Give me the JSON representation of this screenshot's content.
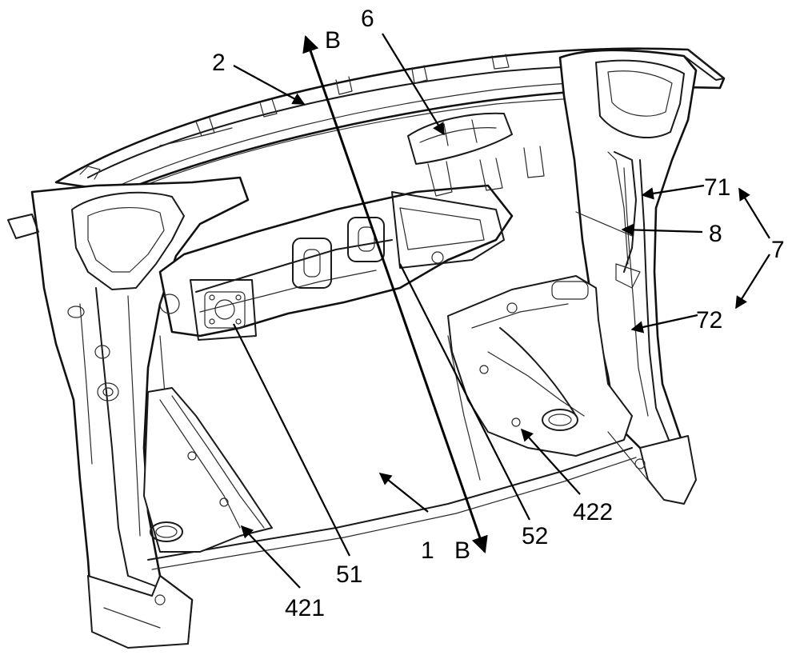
{
  "labels": {
    "l2": "2",
    "l6": "6",
    "lB_top": "B",
    "lB_bottom": "B",
    "l71": "71",
    "l8": "8",
    "l7": "7",
    "l72": "72",
    "l51": "51",
    "l1": "1",
    "l52": "52",
    "l422": "422",
    "l421": "421"
  }
}
